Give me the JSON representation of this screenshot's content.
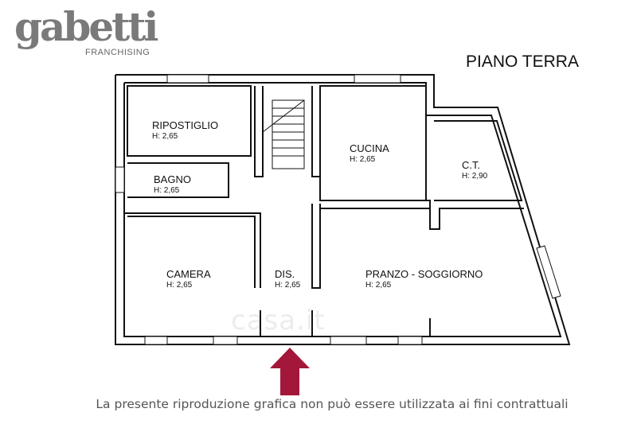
{
  "brand": {
    "logo_word": "gabetti",
    "logo_sub": "FRANCHISING"
  },
  "floor": {
    "title": "PIANO TERRA"
  },
  "rooms": [
    {
      "name": "RIPOSTIGLIO",
      "height": "H: 2,65"
    },
    {
      "name": "BAGNO",
      "height": "H: 2,65"
    },
    {
      "name": "CUCINA",
      "height": "H: 2,65"
    },
    {
      "name": "C.T.",
      "height": "H: 2,90"
    },
    {
      "name": "CAMERA",
      "height": "H: 2,65"
    },
    {
      "name": "DIS.",
      "height": "H: 2,65"
    },
    {
      "name": "PRANZO - SOGGIORNO",
      "height": "H: 2,65"
    }
  ],
  "watermark": "casa.it",
  "disclaimer": "La presente riproduzione grafica non può essere utilizzata ai fini contrattuali",
  "colors": {
    "wall": "#111111",
    "entrance_arrow": "#a3173a",
    "logo": "#7a7a7a"
  }
}
